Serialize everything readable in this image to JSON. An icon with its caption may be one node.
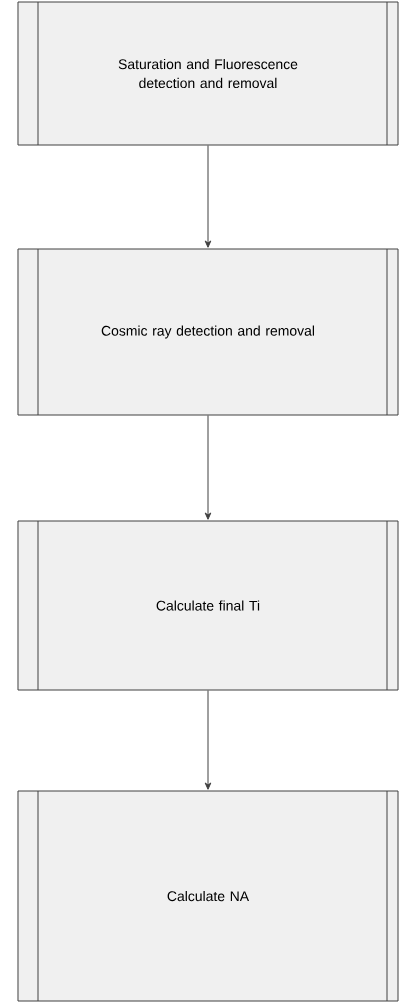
{
  "diagram": {
    "nodes": [
      {
        "text": [
          "Saturation and Fluorescence detection and removal"
        ]
      },
      {
        "text": [
          "Cosmic ray detection and removal"
        ]
      },
      {
        "text": [
          "Calculate final Ti"
        ]
      },
      {
        "text": [
          "Calculate NA"
        ]
      }
    ],
    "edges": [
      {
        "from": 0,
        "to": 1,
        "arrow": "to"
      },
      {
        "from": 1,
        "to": 2,
        "arrow": "to"
      },
      {
        "from": 2,
        "to": 3,
        "arrow": "to"
      }
    ]
  }
}
